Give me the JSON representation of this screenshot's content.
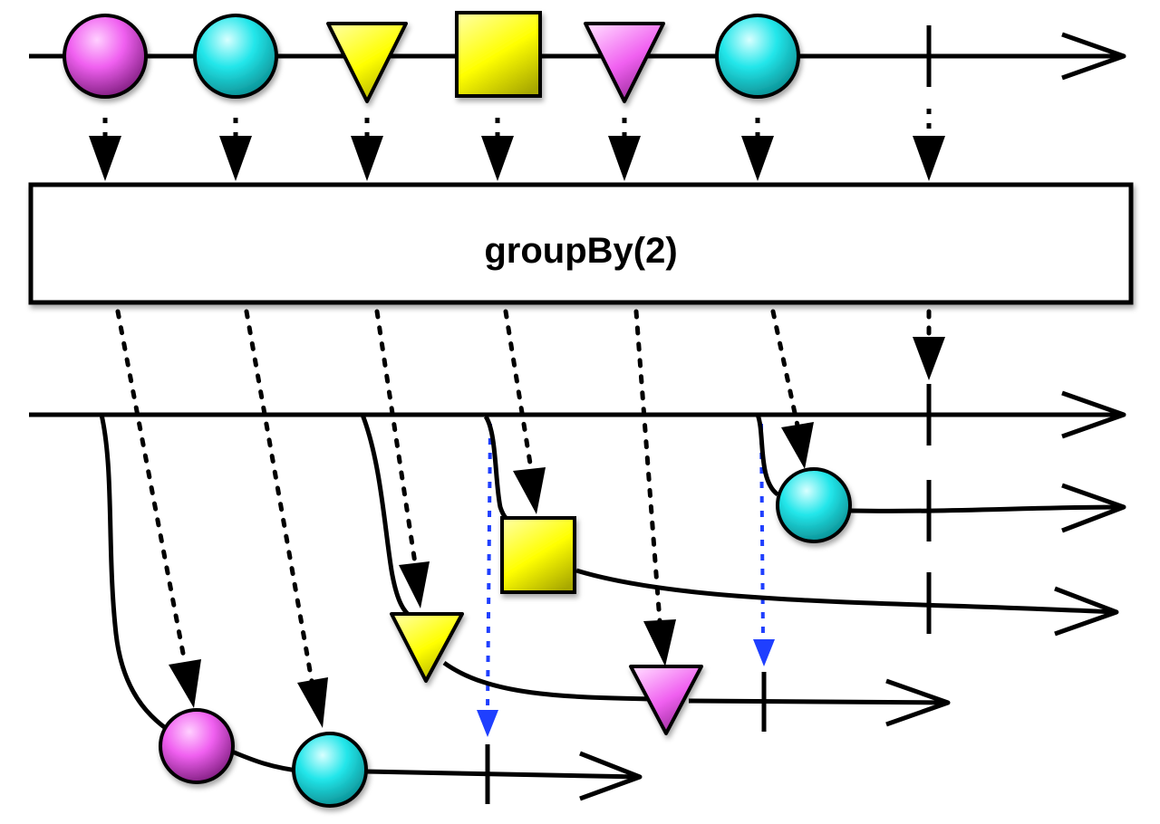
{
  "operator": {
    "label": "groupBy(2)"
  },
  "colors": {
    "magenta": "#e64de6",
    "cyan": "#22e0e6",
    "yellow": "#ffff00",
    "line": "#000000",
    "completion_dashed": "#1f3fff"
  },
  "source_stream": {
    "items": [
      {
        "shape": "circle",
        "color": "magenta"
      },
      {
        "shape": "circle",
        "color": "cyan"
      },
      {
        "shape": "triangle",
        "color": "yellow"
      },
      {
        "shape": "square",
        "color": "yellow"
      },
      {
        "shape": "triangle",
        "color": "magenta"
      },
      {
        "shape": "circle",
        "color": "cyan"
      }
    ],
    "completed": true
  },
  "output": {
    "outer_stream_completed": true,
    "groups": [
      {
        "key": "circle (first group)",
        "items": [
          {
            "shape": "circle",
            "color": "magenta"
          },
          {
            "shape": "circle",
            "color": "cyan"
          }
        ],
        "completed": true
      },
      {
        "key": "triangle",
        "items": [
          {
            "shape": "triangle",
            "color": "yellow"
          },
          {
            "shape": "triangle",
            "color": "magenta"
          }
        ],
        "completed": true
      },
      {
        "key": "square",
        "items": [
          {
            "shape": "square",
            "color": "yellow"
          }
        ],
        "completed": true
      },
      {
        "key": "circle (second group)",
        "items": [
          {
            "shape": "circle",
            "color": "cyan"
          }
        ],
        "completed": true
      }
    ]
  }
}
